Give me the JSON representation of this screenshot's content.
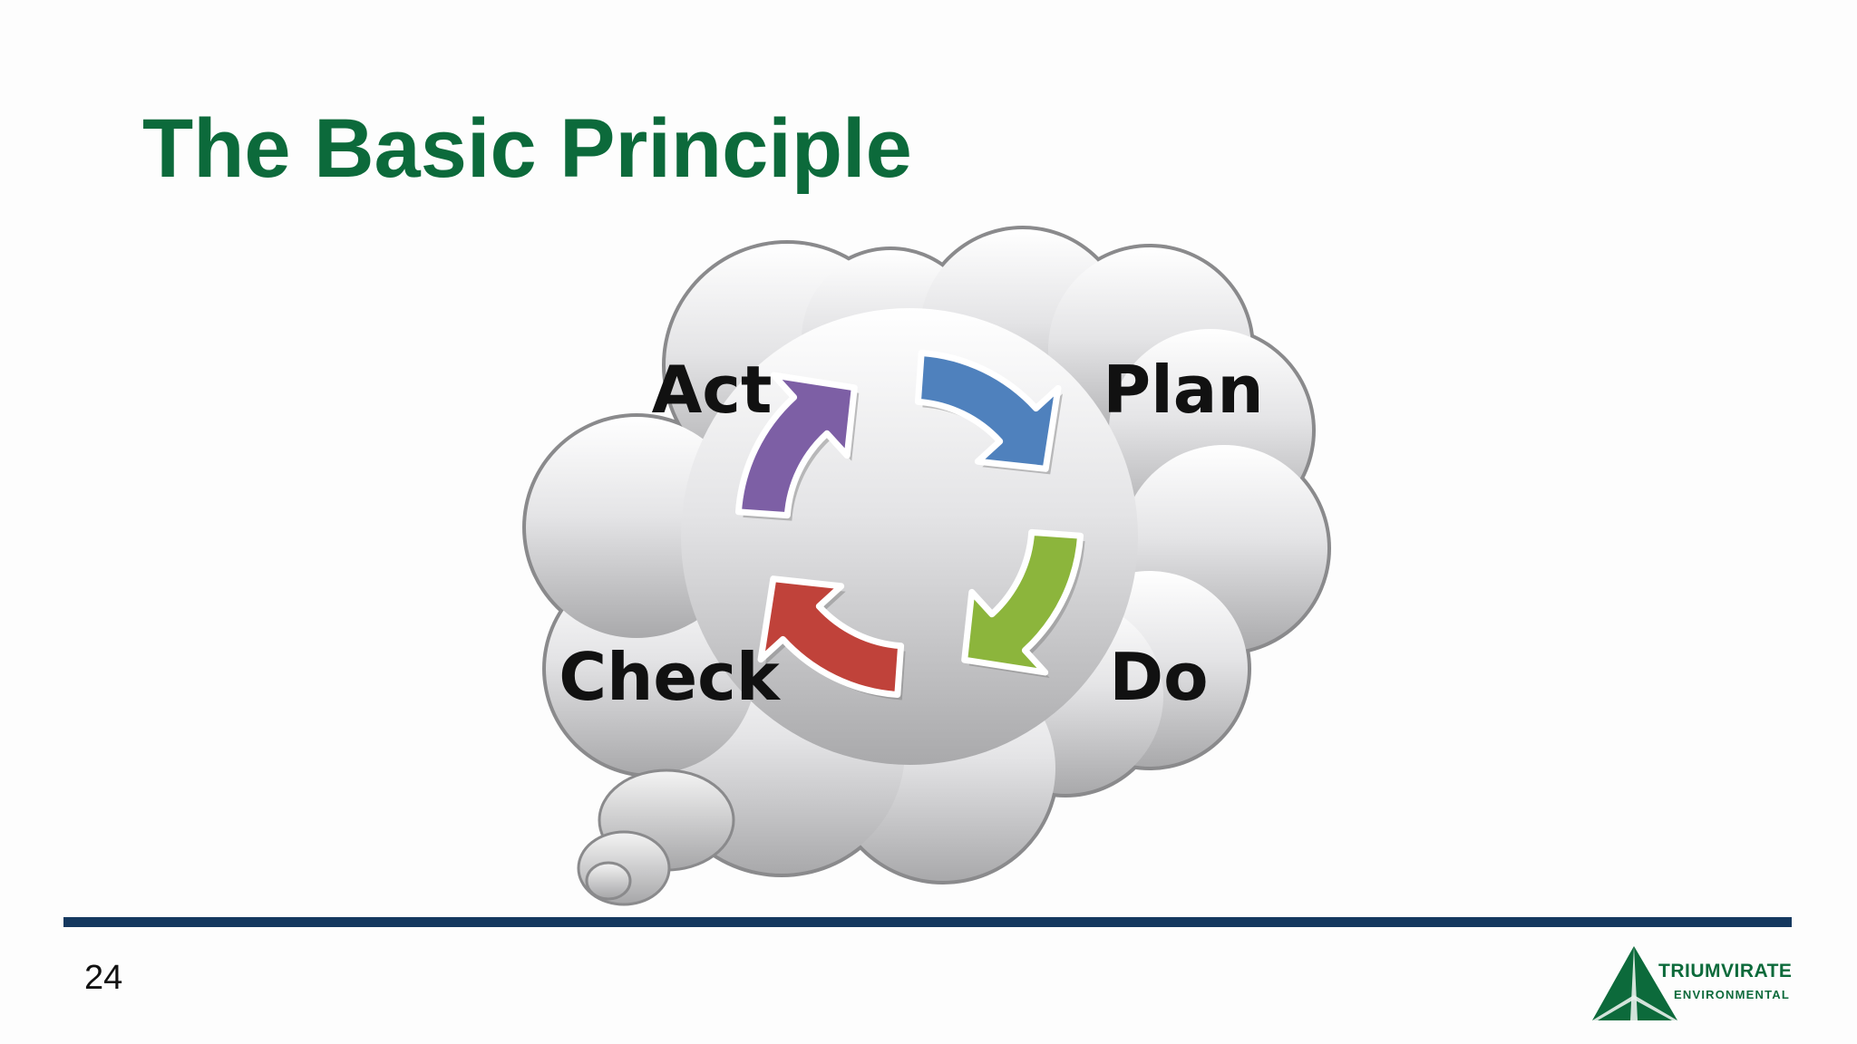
{
  "slide": {
    "title": "The Basic Principle",
    "page_number": "24"
  },
  "cycle": {
    "steps": [
      {
        "label": "Plan",
        "color": "#4f81bd"
      },
      {
        "label": "Do",
        "color": "#8cb53c"
      },
      {
        "label": "Check",
        "color": "#c0423a"
      },
      {
        "label": "Act",
        "color": "#7d5fa5"
      }
    ]
  },
  "footer": {
    "rule_color": "#15385f",
    "logo_name": "TRIUMVIRATE",
    "logo_sub": "ENVIRONMENTAL",
    "logo_color": "#0c6a3b"
  }
}
